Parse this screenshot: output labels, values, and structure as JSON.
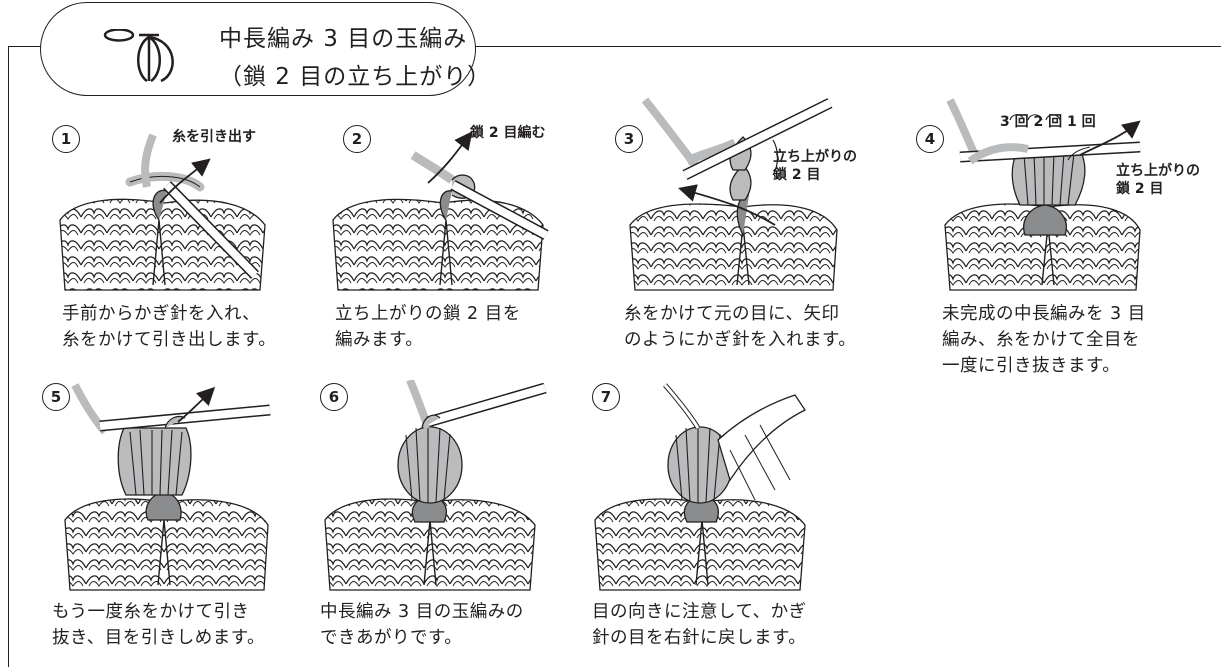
{
  "title": {
    "line1": "中長編み 3 目の玉編み",
    "line2": "（鎖 2 目の立ち上がり）"
  },
  "steps": [
    {
      "num": "1",
      "caption1": "手前からかぎ針を入れ、",
      "caption2": "糸をかけて引き出します。",
      "label1": "糸を引き出す"
    },
    {
      "num": "2",
      "caption1": "立ち上がりの鎖 2 目を",
      "caption2": "編みます。",
      "label1": "鎖 2 目編む"
    },
    {
      "num": "3",
      "caption1": "糸をかけて元の目に、矢印",
      "caption2": "のようにかぎ針を入れます。",
      "label1": "立ち上がりの",
      "label2": "鎖 2 目"
    },
    {
      "num": "4",
      "caption1": "未完成の中長編みを 3 目",
      "caption2": "編み、糸をかけて全目を",
      "caption3": "一度に引き抜きます。",
      "label_counts": "3 回 2 回 1 回",
      "label1": "立ち上がりの",
      "label2": "鎖 2 目"
    },
    {
      "num": "5",
      "caption1": "もう一度糸をかけて引き",
      "caption2": "抜き、目を引きしめます。"
    },
    {
      "num": "6",
      "caption1": "中長編み 3 目の玉編みの",
      "caption2": "できあがりです。"
    },
    {
      "num": "7",
      "caption1": "目の向きに注意して、かぎ",
      "caption2": "針の目を右針に戻します。"
    }
  ],
  "colors": {
    "line": "#231f20",
    "yarn_dark": "#8a8c8e",
    "yarn_mid": "#b9bbbd",
    "yarn_light": "#d6d7d8",
    "needle": "#ffffff"
  }
}
